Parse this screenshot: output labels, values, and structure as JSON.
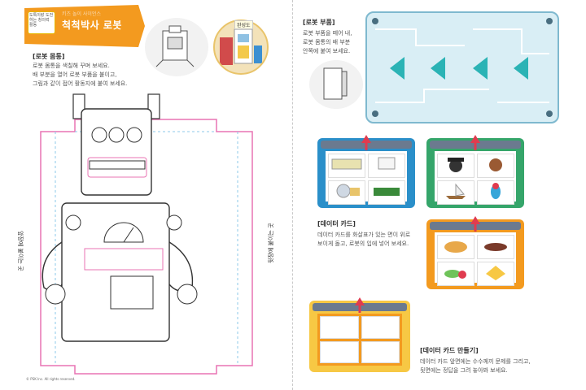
{
  "left_page": {
    "banner": {
      "tag_text": "도톡이랑 도전하는 창의력 활동",
      "subtitle": "키즈 놀이 사이언스",
      "title": "척척박사 로봇"
    },
    "section_label_1": "로봇 몸통",
    "instructions_1": "로봇 몸통을 색칠해 꾸며 보세요.\n배 부분을 열어 로봇 부품을 붙이고,\n그림과 같이 접어 활동지에 붙여 보세요.",
    "photo_label": "완성도",
    "left_side_label": "앞장에 붙이는 곳",
    "right_side_label": "뒷장에 붙이는 곳",
    "copyright": "© PSK Inc. All rights reserved."
  },
  "right_page": {
    "section_label_2": "로봇 부품",
    "instructions_2": "로봇 부품을 떼어 내,\n로봇 몸통의 배 부분\n안쪽에 붙여 보세요.",
    "section_label_3": "데이터 카드",
    "instructions_3": "데이터 카드를 화살표가 있는 면이 위로\n보이게 돌고, 로봇의 입에 넣어 보세요.",
    "section_label_4": "데이터 카드 만들기",
    "instructions_4": "데이터 카드 앞면에는 수수께끼 문제를 그리고,\n뒷면에는 정답을 그려 놓아봐 보세요."
  },
  "colors": {
    "banner": "#f39a1f",
    "outline_pink": "#e873b3",
    "part_bg": "#d9eef5",
    "arrow_teal": "#2bb3b5",
    "card_blue": "#2a8fc9",
    "card_green": "#35a56a",
    "card_orange": "#f39a1f",
    "card_yellow": "#f7c844",
    "card_arrow": "#e03b4f"
  }
}
